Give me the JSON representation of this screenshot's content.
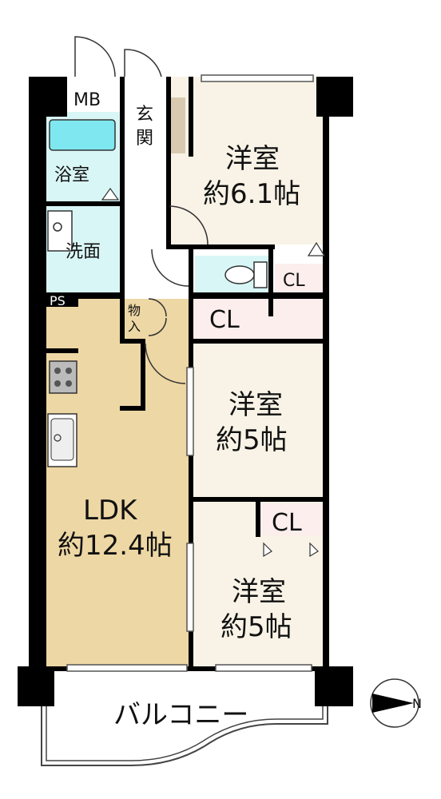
{
  "colors": {
    "western_room": "#f8f3e6",
    "ldk": "#edd7a4",
    "wet_area": "#d9f6f6",
    "closet": "#fbeeec",
    "wall": "#000000",
    "bathtub": "#7fe7ef"
  },
  "rooms": {
    "western_room_1": {
      "name": "洋室",
      "size": "約6.1帖"
    },
    "western_room_2": {
      "name": "洋室",
      "size": "約5帖"
    },
    "western_room_3": {
      "name": "洋室",
      "size": "約5帖"
    },
    "ldk": {
      "name": "LDK",
      "size": "約12.4帖"
    },
    "bathroom": {
      "name": "浴室"
    },
    "washroom": {
      "name": "洗面"
    },
    "entrance": {
      "name": "玄\n関",
      "line1": "玄",
      "line2": "関"
    },
    "storage": {
      "line1": "物",
      "line2": "入"
    },
    "balcony": {
      "name": "バルコニー"
    },
    "mb": {
      "name": "MB"
    },
    "ps": {
      "name": "PS"
    }
  },
  "closets": {
    "cl_small": "CL",
    "cl_hall": "CL",
    "cl_room3": "CL"
  },
  "compass": {
    "direction": "N",
    "icon": "compass-icon"
  }
}
